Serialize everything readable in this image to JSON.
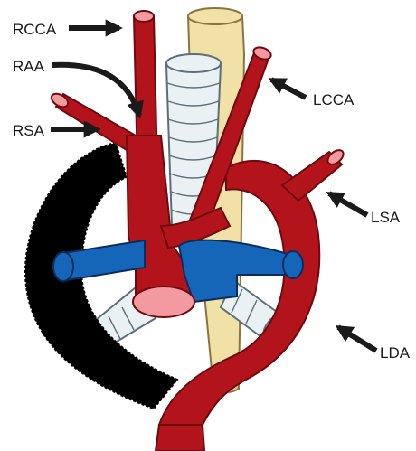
{
  "labels": {
    "rcca": "RCCA",
    "raa": "RAA",
    "rsa": "RSA",
    "lcca": "LCCA",
    "lsa": "LSA",
    "lda": "LDA"
  },
  "colors": {
    "artery": "#b3141c",
    "artery_stroke": "#6e0a0e",
    "artery_lumen": "#f29aa0",
    "esophagus": "#f1e1a6",
    "esophagus_stroke": "#8a7440",
    "trachea": "#eaf1f4",
    "trachea_stroke": "#5c6f78",
    "bronchus_vein": "#1565b8",
    "bronchus_vein_stroke": "#0a2d5c",
    "ligament": "#000000",
    "arrow": "#1a1a1a"
  }
}
